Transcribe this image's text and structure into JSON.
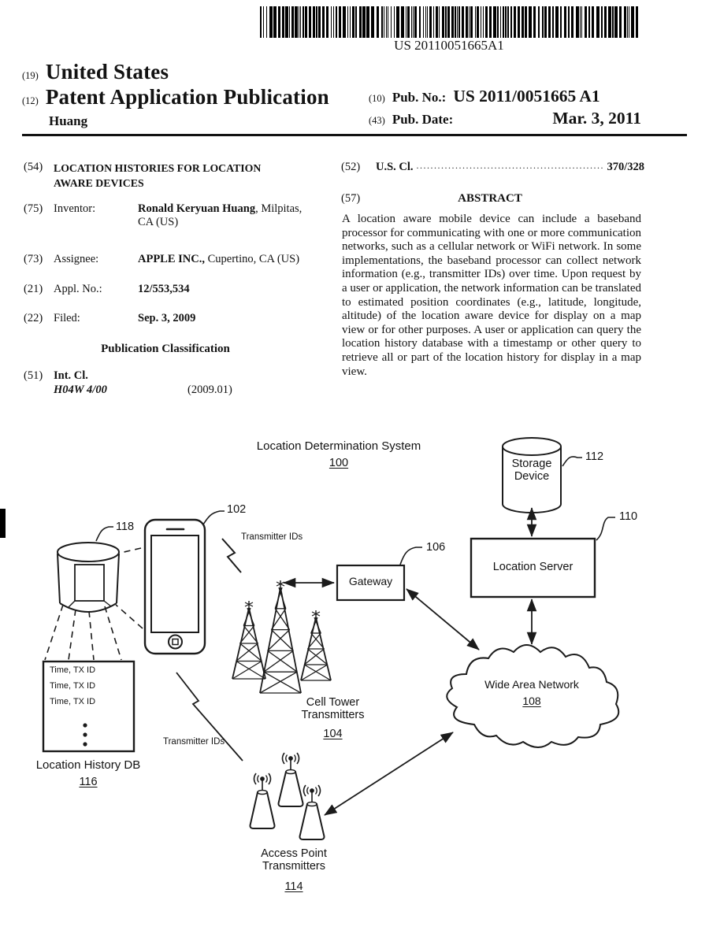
{
  "barcode": {
    "text": "US 20110051665A1"
  },
  "header": {
    "kind_code_19": "(19)",
    "country": "United States",
    "kind_code_12": "(12)",
    "publication_type": "Patent Application Publication",
    "inventor_surname": "Huang",
    "pub_no_code": "(10)",
    "pub_no_label": "Pub. No.:",
    "pub_no_value": "US 2011/0051665 A1",
    "pub_date_code": "(43)",
    "pub_date_label": "Pub. Date:",
    "pub_date_value": "Mar. 3, 2011"
  },
  "biblio": {
    "title_code": "(54)",
    "title_line1": "LOCATION HISTORIES FOR LOCATION",
    "title_line2": "AWARE DEVICES",
    "inventor_code": "(75)",
    "inventor_label": "Inventor:",
    "inventor_name": "Ronald Keryuan Huang",
    "inventor_rest": ", Milpitas,",
    "inventor_line2": "CA (US)",
    "assignee_code": "(73)",
    "assignee_label": "Assignee:",
    "assignee_name": "APPLE INC.,",
    "assignee_rest": " Cupertino, CA (US)",
    "appl_code": "(21)",
    "appl_label": "Appl. No.:",
    "appl_value": "12/553,534",
    "filed_code": "(22)",
    "filed_label": "Filed:",
    "filed_value": "Sep. 3, 2009",
    "pub_class_heading": "Publication Classification",
    "intcl_code": "(51)",
    "intcl_label": "Int. Cl.",
    "intcl_class": "H04W 4/00",
    "intcl_version": "(2009.01)",
    "uscl_code": "(52)",
    "uscl_label": "U.S. Cl.",
    "uscl_leader": "..........................................................................",
    "uscl_value": "370/328",
    "abstract_code": "(57)",
    "abstract_heading": "ABSTRACT",
    "abstract_text": "A location aware mobile device can include a baseband processor for communicating with one or more communication networks, such as a cellular network or WiFi network. In some implementations, the baseband processor can collect network information (e.g., transmitter IDs) over time. Upon request by a user or application, the network information can be translated to estimated position coordinates (e.g., latitude, longitude, altitude) of the location aware device for display on a map view or for other purposes. A user or application can query the location history database with a timestamp or other query to retrieve all or part of the location history for display in a map view."
  },
  "figure": {
    "title": "Location Determination System",
    "title_ref": "100",
    "storage_line1": "Storage",
    "storage_line2": "Device",
    "storage_ref": "112",
    "server_label": "Location Server",
    "server_ref": "110",
    "gateway_label": "Gateway",
    "gateway_ref": "106",
    "wan_label": "Wide Area Network",
    "wan_ref": "108",
    "cell_line1": "Cell Tower",
    "cell_line2": "Transmitters",
    "cell_ref": "104",
    "ap_line1": "Access Point",
    "ap_line2": "Transmitters",
    "ap_ref": "114",
    "phone_ref": "102",
    "dbzoom_ref": "118",
    "db_label": "Location History DB",
    "db_ref": "116",
    "db_rows": [
      "Time, TX ID",
      "Time, TX ID",
      "Time, TX ID"
    ],
    "tx_ids_top": "Transmitter IDs",
    "tx_ids_bottom": "Transmitter IDs"
  }
}
